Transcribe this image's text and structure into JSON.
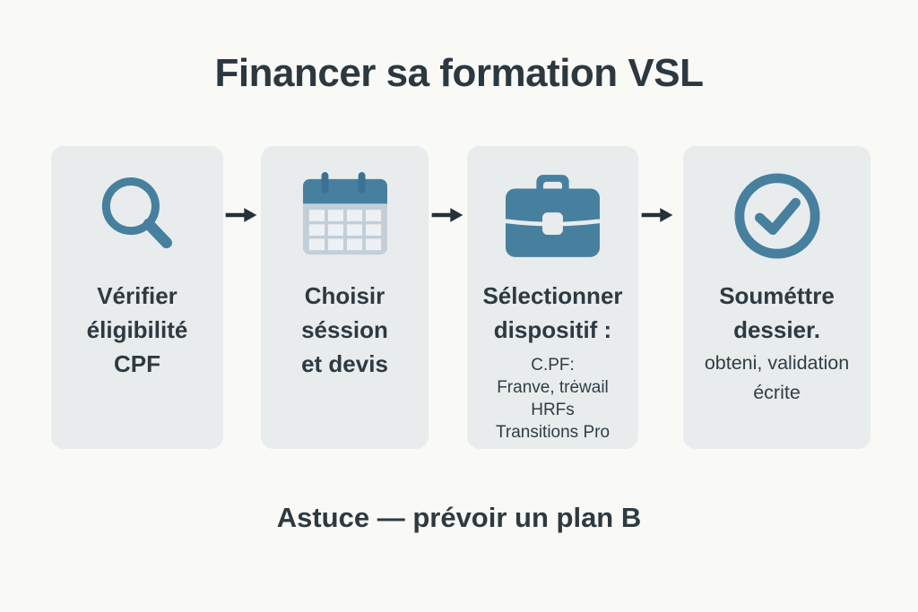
{
  "title": "Financer sa formation VSL",
  "tip": "Astuce — prévoir un plan B",
  "colors": {
    "background": "#f9f9f6",
    "card_background": "#e8eced",
    "icon_accent": "#47809e",
    "icon_accent_dark": "#3c7192",
    "text_dark": "#2e3a41",
    "arrow": "#263139"
  },
  "steps": [
    {
      "icon": "magnifier-icon",
      "title_lines": [
        "Vérifier",
        "éligibilité",
        "CPF"
      ],
      "detail_lines": []
    },
    {
      "icon": "calendar-icon",
      "title_lines": [
        "Choisir",
        "séssion",
        "et devis"
      ],
      "detail_lines": []
    },
    {
      "icon": "briefcase-icon",
      "title_lines": [
        "Sélectionner",
        "dispositif :"
      ],
      "detail_lines": [
        "C.PF:",
        "Franve, trėwail",
        "HRFs",
        "Transitions Pro"
      ]
    },
    {
      "icon": "check-circle-icon",
      "title_lines": [
        "Souméttre",
        "dessier."
      ],
      "detail_lines": [
        "obteni, validation",
        "écrite"
      ]
    }
  ]
}
